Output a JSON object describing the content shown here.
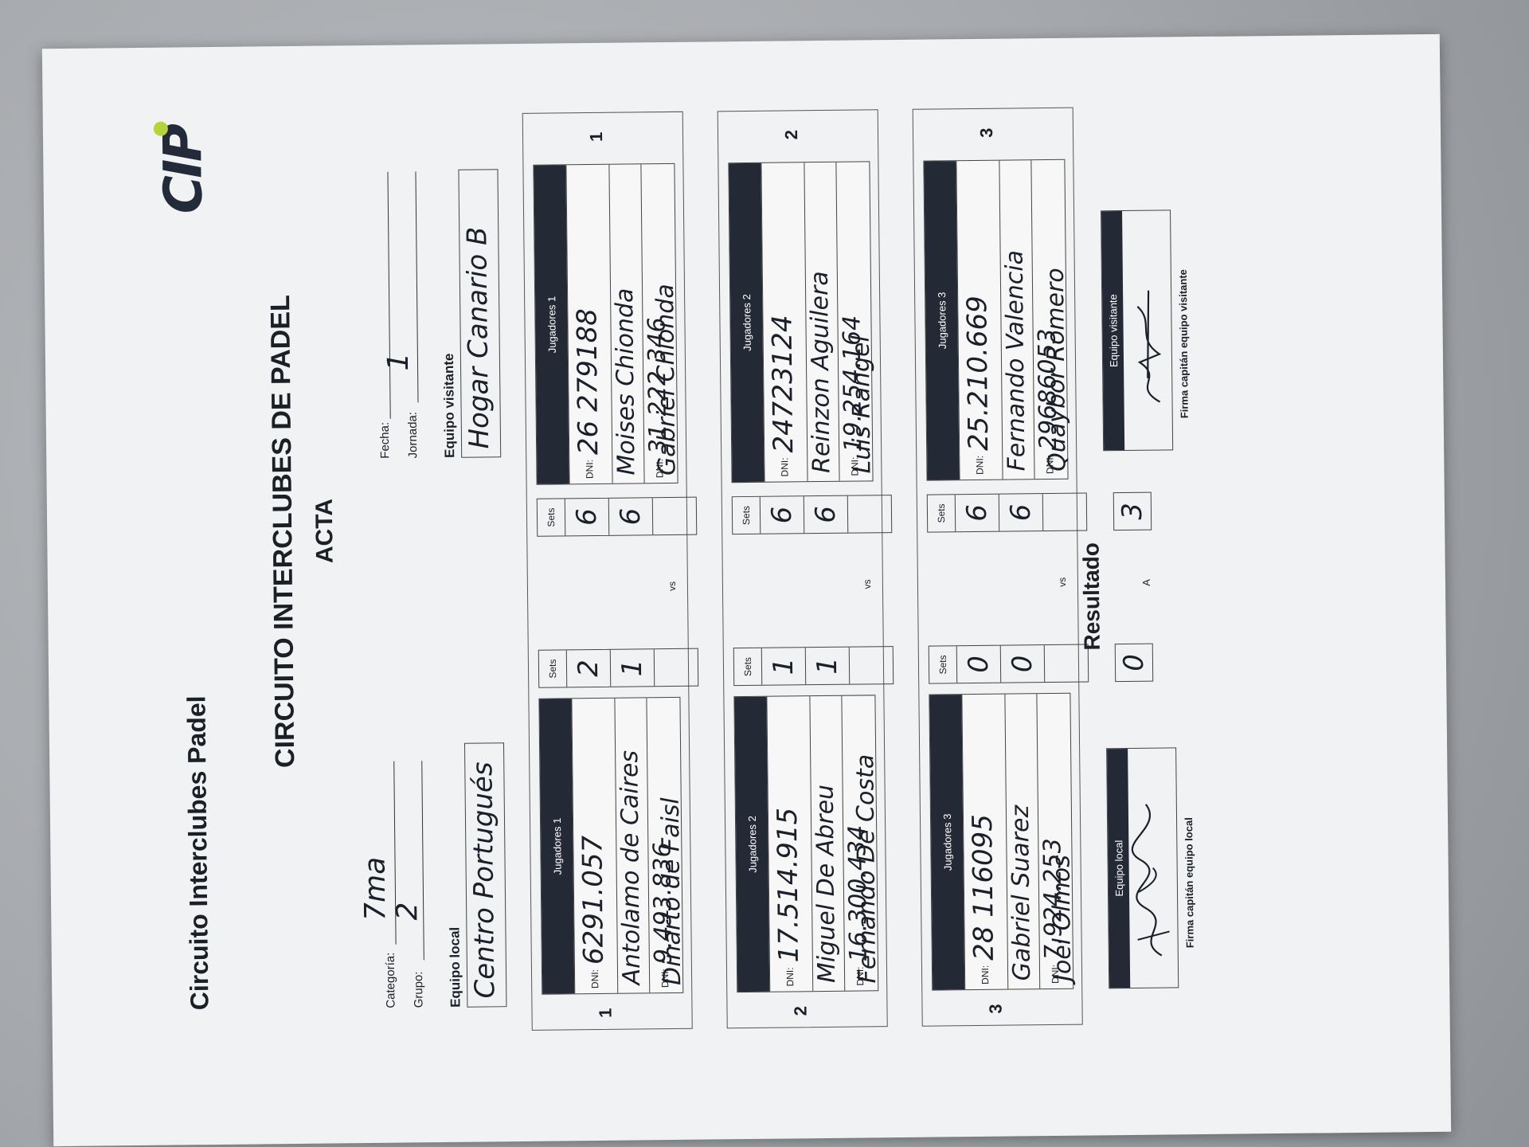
{
  "header": {
    "org_title": "Circuito Interclubes Padel",
    "logo_text": "CIP",
    "main_title": "CIRCUITO INTERCLUBES DE PADEL",
    "acta": "ACTA"
  },
  "fields": {
    "categoria_label": "Categoría:",
    "categoria_value": "7ma",
    "grupo_label": "Grupo:",
    "grupo_value": "2",
    "fecha_label": "Fecha:",
    "fecha_value": "",
    "jornada_label": "Jornada:",
    "jornada_value": "1"
  },
  "teams": {
    "local_label": "Equipo local",
    "local_value": "Centro Portugués",
    "visitante_label": "Equipo visitante",
    "visitante_value": "Hogar Canario B"
  },
  "common": {
    "dni_label": "DNI:",
    "sets_label": "Sets",
    "vs_label": "vs"
  },
  "matches": [
    {
      "number": "1",
      "local": {
        "header": "Jugadores 1",
        "p1_dni": "6291.057",
        "p1_name": "Antolamo de Caires",
        "p2_dni": "9.493.836",
        "p2_name": "Dinarto de Faisl",
        "sets": [
          "2",
          "1",
          ""
        ]
      },
      "visitante": {
        "header": "Jugadores 1",
        "p1_dni": "26 279188",
        "p1_name": "Moises Chionda",
        "p2_dni": "31 222 346",
        "p2_name": "Gabriel Chionda",
        "sets": [
          "6",
          "6",
          ""
        ]
      }
    },
    {
      "number": "2",
      "local": {
        "header": "Jugadores 2",
        "p1_dni": "17.514.915",
        "p1_name": "Miguel De Abreu",
        "p2_dni": "16.300.434",
        "p2_name": "Fernando De Costa",
        "sets": [
          "1",
          "1",
          ""
        ]
      },
      "visitante": {
        "header": "Jugadores 2",
        "p1_dni": "24723124",
        "p1_name": "Reinzon Aguilera",
        "p2_dni": "19.254.164",
        "p2_name": "Luis Rangel",
        "sets": [
          "6",
          "6",
          ""
        ]
      }
    },
    {
      "number": "3",
      "local": {
        "header": "Jugadores 3",
        "p1_dni": "28 116095",
        "p1_name": "Gabriel Suarez",
        "p2_dni": "7.924.253",
        "p2_name": "Joel Olmos",
        "sets": [
          "0",
          "0",
          ""
        ]
      },
      "visitante": {
        "header": "Jugadores 3",
        "p1_dni": "25.210.669",
        "p1_name": "Fernando Valencia",
        "p2_dni": "29686053",
        "p2_name": "Quaybor Romero",
        "sets": [
          "6",
          "6",
          ""
        ]
      }
    }
  ],
  "result": {
    "title": "Resultado",
    "local_score": "0",
    "a_label": "A",
    "visitante_score": "3"
  },
  "signatures": {
    "local_header": "Equipo local",
    "local_caption": "Firma capitán equipo local",
    "visitante_header": "Equipo visitante",
    "visitante_caption": "Firma capitán equipo visitante"
  }
}
